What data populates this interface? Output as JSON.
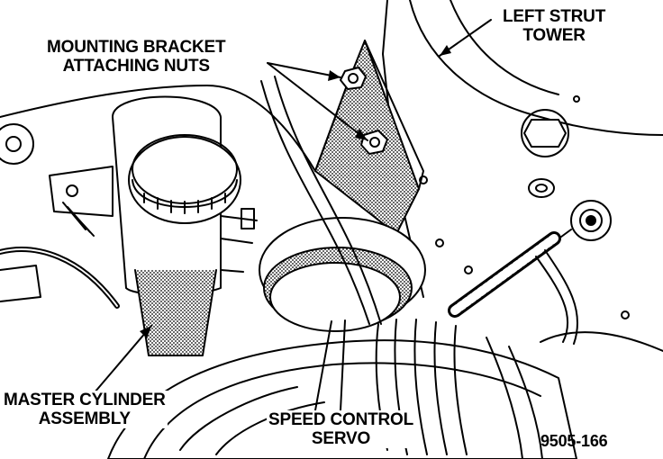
{
  "labels": {
    "bracket_nuts": {
      "line1": "MOUNTING BRACKET",
      "line2": "ATTACHING NUTS"
    },
    "strut_tower": {
      "line1": "LEFT STRUT",
      "line2": "TOWER"
    },
    "master_cylinder": {
      "line1": "MASTER CYLINDER",
      "line2": "ASSEMBLY"
    },
    "speed_servo": {
      "line1": "SPEED CONTROL",
      "line2": "SERVO"
    },
    "figure_code": "9505-166"
  },
  "colors": {
    "ink": "#000000",
    "paper": "#ffffff",
    "shade": "#7a7a7a"
  }
}
